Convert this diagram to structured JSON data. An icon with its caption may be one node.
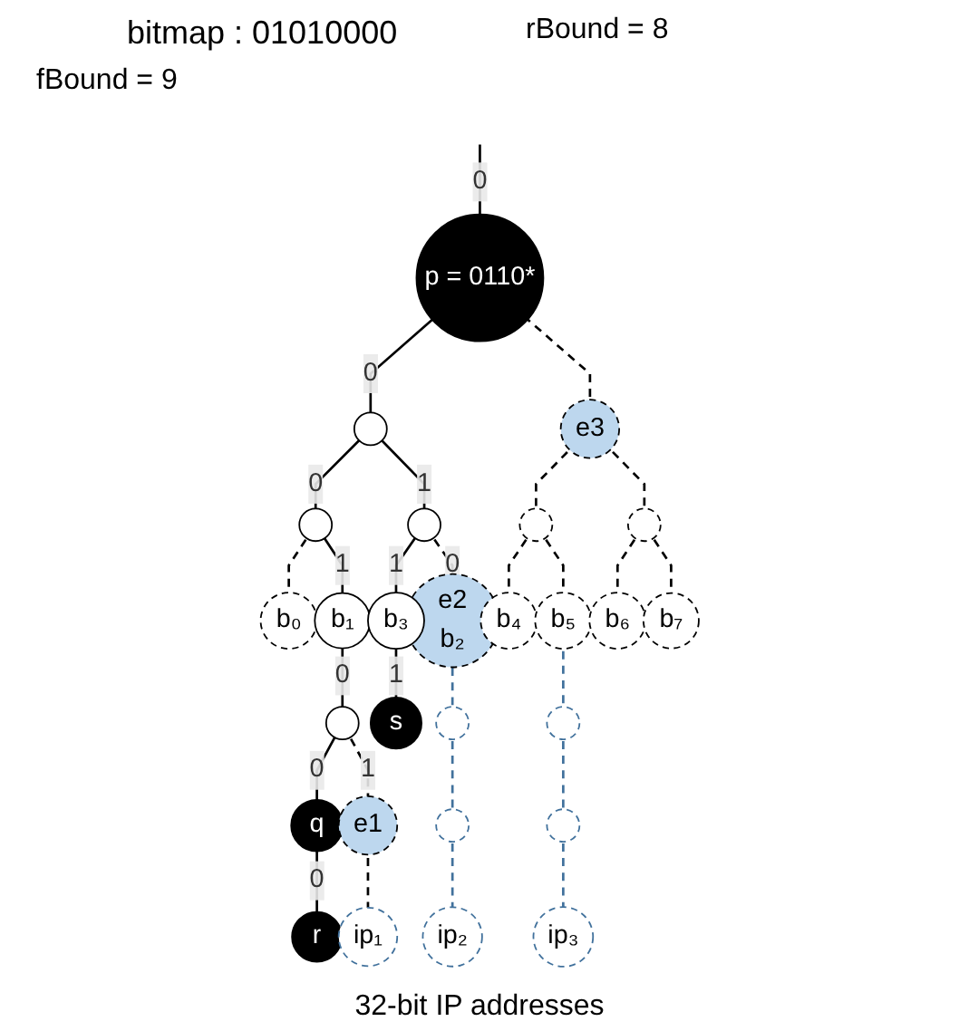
{
  "diagram": {
    "nodes": [
      {
        "text": [
          "p = 0110*"
        ]
      },
      {
        "text": [],
        "shape": "circle"
      },
      {
        "text": [
          "e3"
        ]
      },
      {
        "text": [],
        "shape": "circle"
      },
      {
        "text": [],
        "shape": "circle"
      },
      {
        "text": [],
        "shape": "circle"
      },
      {
        "text": [],
        "shape": "circle"
      },
      {
        "text": [
          "b₀"
        ]
      },
      {
        "text": [
          "b₁"
        ]
      },
      {
        "text": [
          "e2",
          "b₂"
        ]
      },
      {
        "text": [
          "b₃"
        ]
      },
      {
        "text": [
          "b₄"
        ]
      },
      {
        "text": [
          "b₅"
        ]
      },
      {
        "text": [
          "b₆"
        ]
      },
      {
        "text": [
          "b₇"
        ]
      },
      {
        "text": [],
        "shape": "circle"
      },
      {
        "text": [
          "s"
        ]
      },
      {
        "text": [],
        "shape": "circle"
      },
      {
        "text": [],
        "shape": "circle"
      },
      {
        "text": [
          "q"
        ]
      },
      {
        "text": [
          "e1"
        ]
      },
      {
        "text": [],
        "shape": "circle"
      },
      {
        "text": [],
        "shape": "circle"
      },
      {
        "text": [
          "r"
        ]
      },
      {
        "text": [
          "ip₁"
        ]
      },
      {
        "text": [
          "ip₂"
        ]
      },
      {
        "text": [
          "ip₃"
        ]
      }
    ],
    "edges": [
      {
        "from": null,
        "to": 0,
        "arrow": "none",
        "label": "0"
      },
      {
        "from": 0,
        "to": 1,
        "arrow": "none",
        "label": "0"
      },
      {
        "from": 0,
        "to": 2,
        "arrow": "none",
        "style": "dashed"
      },
      {
        "from": 1,
        "to": 3,
        "arrow": "none",
        "label": "0"
      },
      {
        "from": 1,
        "to": 4,
        "arrow": "none",
        "label": "1"
      },
      {
        "from": 2,
        "to": 5,
        "arrow": "none",
        "style": "dashed"
      },
      {
        "from": 2,
        "to": 6,
        "arrow": "none",
        "style": "dashed"
      },
      {
        "from": 3,
        "to": 7,
        "arrow": "none",
        "style": "dashed"
      },
      {
        "from": 3,
        "to": 8,
        "arrow": "none",
        "label": "1"
      },
      {
        "from": 4,
        "to": 9,
        "arrow": "none",
        "label": "0",
        "style": "dashed"
      },
      {
        "from": 4,
        "to": 10,
        "arrow": "none",
        "label": "1"
      },
      {
        "from": 5,
        "to": 11,
        "arrow": "none",
        "style": "dashed"
      },
      {
        "from": 5,
        "to": 12,
        "arrow": "none",
        "style": "dashed"
      },
      {
        "from": 6,
        "to": 13,
        "arrow": "none",
        "style": "dashed"
      },
      {
        "from": 6,
        "to": 14,
        "arrow": "none",
        "style": "dashed"
      },
      {
        "from": 8,
        "to": 15,
        "arrow": "none",
        "label": "0"
      },
      {
        "from": 10,
        "to": 16,
        "arrow": "none",
        "label": "1"
      },
      {
        "from": 9,
        "to": 17,
        "arrow": "none",
        "style": "dashed",
        "color": "#41719c"
      },
      {
        "from": 12,
        "to": 18,
        "arrow": "none",
        "style": "dashed",
        "color": "#41719c"
      },
      {
        "from": 15,
        "to": 19,
        "arrow": "none",
        "label": "0"
      },
      {
        "from": 15,
        "to": 20,
        "arrow": "none",
        "label": "1",
        "style": "dashed"
      },
      {
        "from": 17,
        "to": 21,
        "arrow": "none",
        "style": "dashed",
        "color": "#41719c"
      },
      {
        "from": 18,
        "to": 22,
        "arrow": "none",
        "style": "dashed",
        "color": "#41719c"
      },
      {
        "from": 19,
        "to": 23,
        "arrow": "none",
        "label": "0"
      },
      {
        "from": 20,
        "to": 24,
        "arrow": "none",
        "style": "dashed"
      },
      {
        "from": 21,
        "to": 25,
        "arrow": "none",
        "style": "dashed",
        "color": "#41719c"
      },
      {
        "from": 22,
        "to": 26,
        "arrow": "none",
        "style": "dashed",
        "color": "#41719c"
      }
    ],
    "labels": [
      "bitmap : 01010000",
      "rBound = 8",
      "fBound = 9",
      "32-bit IP addresses"
    ]
  }
}
